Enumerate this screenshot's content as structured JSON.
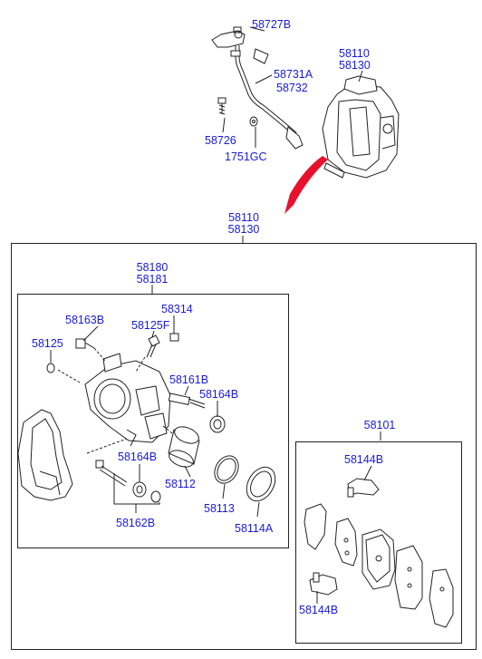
{
  "colors": {
    "label": "#1a1adc",
    "line": "#222222",
    "arrow": "#e8112d"
  },
  "parts": {
    "p58727B": "58727B",
    "p58731A": "58731A",
    "p58732": "58732",
    "p58726": "58726",
    "p1751GC": "1751GC",
    "top_assy_1": "58110",
    "top_assy_2": "58130",
    "main_assy_1": "58110",
    "main_assy_2": "58130",
    "carrier_1": "58180",
    "carrier_2": "58181",
    "p58163B": "58163B",
    "p58314": "58314",
    "p58125F": "58125F",
    "p58125": "58125",
    "p58161B": "58161B",
    "p58164B_a": "58164B",
    "p58164B_b": "58164B",
    "p58112": "58112",
    "p58113": "58113",
    "p58114A": "58114A",
    "p58162B": "58162B",
    "pad_kit": "58101",
    "p58144B_a": "58144B",
    "p58144B_b": "58144B"
  }
}
